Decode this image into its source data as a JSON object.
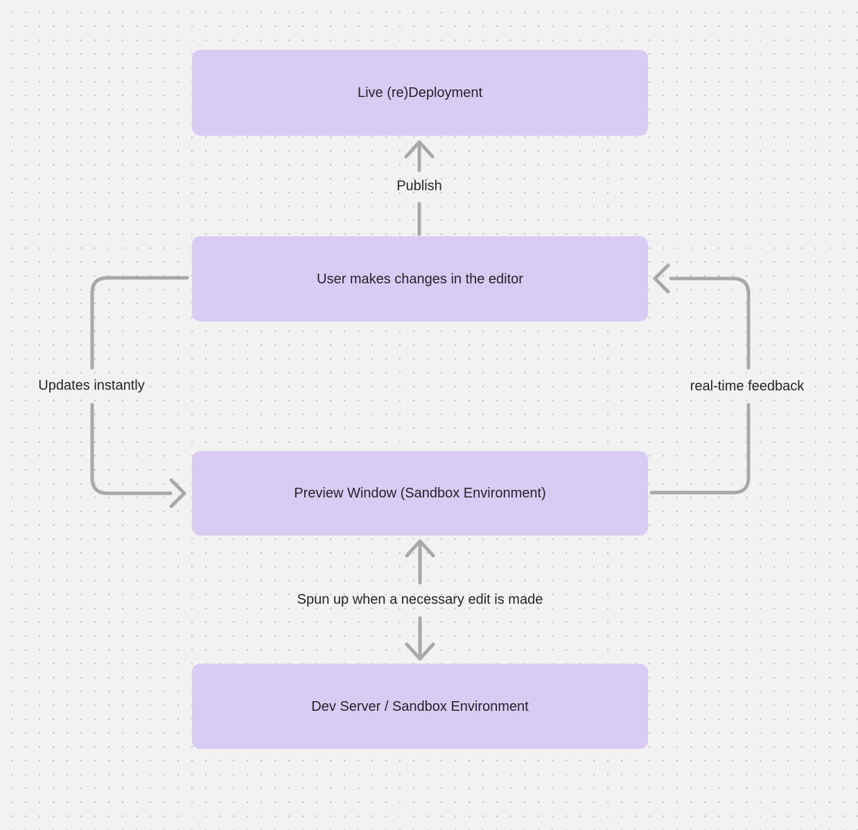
{
  "colors": {
    "canvas_background": "#f2f2f2",
    "grid_dot": "#c5c5c5",
    "node_fill": "#d8ccf4",
    "text": "#232329",
    "arrow": "#a8a8a8"
  },
  "nodes": [
    {
      "label": "Live (re)Deployment"
    },
    {
      "label": "User makes changes in the editor"
    },
    {
      "label": "Preview Window (Sandbox Environment)"
    },
    {
      "label": "Dev Server / Sandbox Environment"
    }
  ],
  "edges": [
    {
      "label": "Publish",
      "from": "User makes changes in the editor",
      "to": "Live (re)Deployment",
      "arrow": "one-way-up"
    },
    {
      "label": "Updates instantly",
      "from": "User makes changes in the editor",
      "to": "Preview Window (Sandbox Environment)",
      "arrow": "one-way"
    },
    {
      "label": "real-time feedback",
      "from": "Preview Window (Sandbox Environment)",
      "to": "User makes changes in the editor",
      "arrow": "one-way"
    },
    {
      "label": "Spun up when a necessary edit is made",
      "from": "Preview Window (Sandbox Environment)",
      "to": "Dev Server / Sandbox Environment",
      "arrow": "two-way"
    }
  ]
}
